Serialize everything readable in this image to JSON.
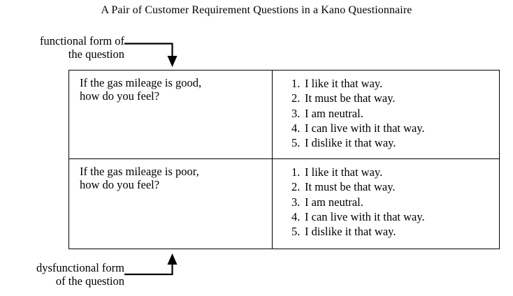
{
  "figure": {
    "title": "A Pair of Customer Requirement Questions in a Kano Questionnaire",
    "background_color": "#ffffff",
    "line_color": "#000000",
    "text_color": "#000000"
  },
  "callouts": {
    "functional": {
      "label": "functional form of\nthe question",
      "arrow_icon": "arrow-down-icon"
    },
    "dysfunctional": {
      "label": "dysfunctional form\nof the question",
      "arrow_icon": "arrow-up-icon"
    }
  },
  "table": {
    "rows": [
      {
        "id": "functional-question",
        "question": "If the gas mileage is good,\nhow do you feel?",
        "answers": [
          {
            "number": "1.",
            "text": "I like it that way."
          },
          {
            "number": "2.",
            "text": "It must be that way."
          },
          {
            "number": "3.",
            "text": "I am neutral."
          },
          {
            "number": "4.",
            "text": "I can live with it that way."
          },
          {
            "number": "5.",
            "text": "I dislike it that way."
          }
        ]
      },
      {
        "id": "dysfunctional-question",
        "question": "If the gas mileage is poor,\nhow do you feel?",
        "answers": [
          {
            "number": "1.",
            "text": "I like it that way."
          },
          {
            "number": "2.",
            "text": "It must be that way."
          },
          {
            "number": "3.",
            "text": "I am neutral."
          },
          {
            "number": "4.",
            "text": "I can live with it that way."
          },
          {
            "number": "5.",
            "text": "I dislike it that way."
          }
        ]
      }
    ]
  }
}
